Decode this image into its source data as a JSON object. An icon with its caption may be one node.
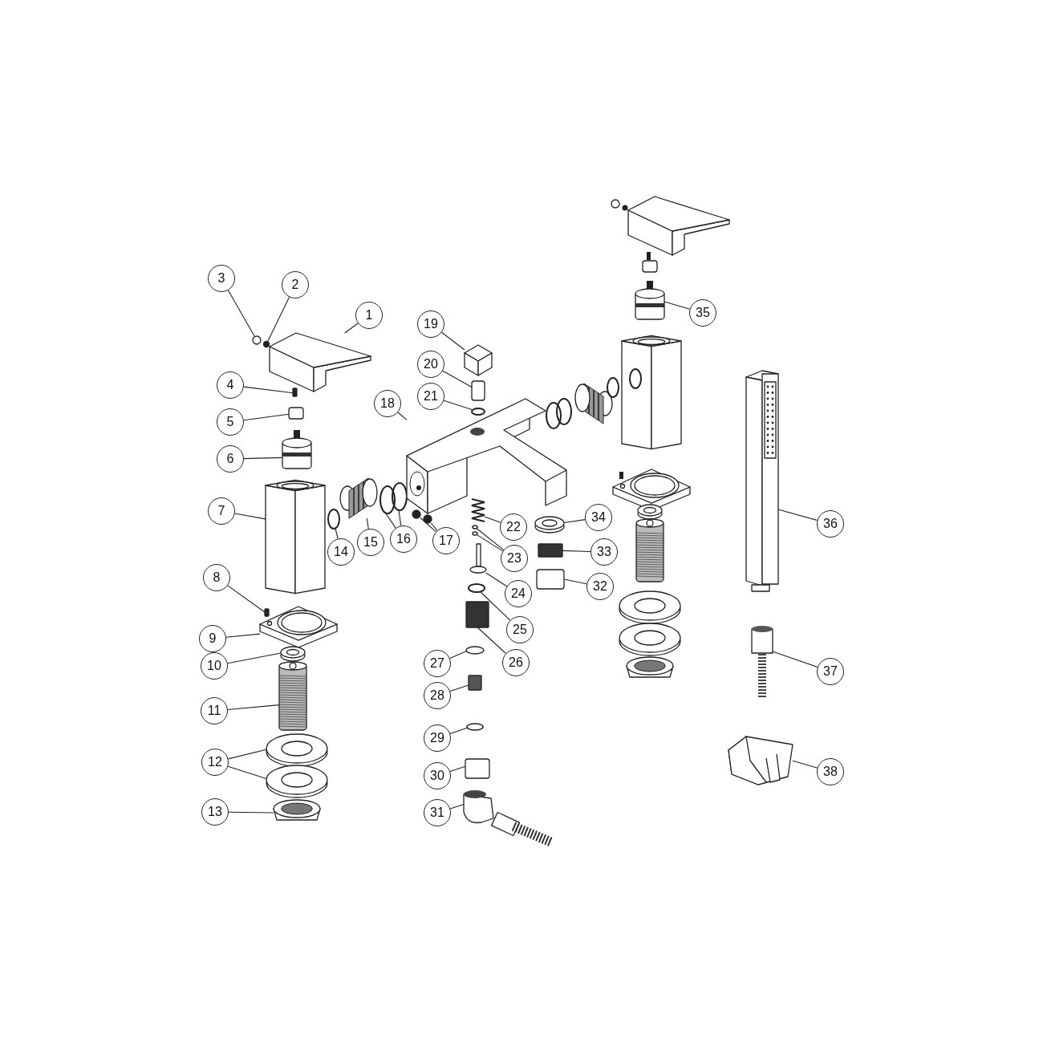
{
  "diagram": {
    "nodes": [
      {
        "text": [
          "1"
        ]
      },
      {
        "text": [
          "2"
        ]
      },
      {
        "text": [
          "3"
        ]
      },
      {
        "text": [
          "4"
        ]
      },
      {
        "text": [
          "5"
        ]
      },
      {
        "text": [
          "6"
        ]
      },
      {
        "text": [
          "7"
        ]
      },
      {
        "text": [
          "8"
        ]
      },
      {
        "text": [
          "9"
        ]
      },
      {
        "text": [
          "10"
        ]
      },
      {
        "text": [
          "11"
        ]
      },
      {
        "text": [
          "12"
        ]
      },
      {
        "text": [
          "13"
        ]
      },
      {
        "text": [
          "14"
        ]
      },
      {
        "text": [
          "15"
        ]
      },
      {
        "text": [
          "16"
        ]
      },
      {
        "text": [
          "17"
        ]
      },
      {
        "text": [
          "18"
        ]
      },
      {
        "text": [
          "19"
        ]
      },
      {
        "text": [
          "20"
        ]
      },
      {
        "text": [
          "21"
        ]
      },
      {
        "text": [
          "22"
        ]
      },
      {
        "text": [
          "23"
        ]
      },
      {
        "text": [
          "24"
        ]
      },
      {
        "text": [
          "25"
        ]
      },
      {
        "text": [
          "26"
        ]
      },
      {
        "text": [
          "27"
        ]
      },
      {
        "text": [
          "28"
        ]
      },
      {
        "text": [
          "29"
        ]
      },
      {
        "text": [
          "30"
        ]
      },
      {
        "text": [
          "31"
        ]
      },
      {
        "text": [
          "32"
        ]
      },
      {
        "text": [
          "33"
        ]
      },
      {
        "text": [
          "34"
        ]
      },
      {
        "text": [
          "35"
        ]
      },
      {
        "text": [
          "36"
        ]
      },
      {
        "text": [
          "37"
        ]
      },
      {
        "text": [
          "38"
        ]
      },
      {
        "text": [],
        "shape": "picture"
      },
      {
        "text": [],
        "shape": "circle"
      },
      {
        "text": [],
        "shape": "circle"
      },
      {
        "text": [],
        "shape": "box"
      },
      {
        "text": [],
        "shape": "box"
      },
      {
        "text": [],
        "shape": "picture"
      },
      {
        "text": [],
        "shape": "picture"
      },
      {
        "text": [],
        "shape": "box"
      },
      {
        "text": [],
        "shape": "picture"
      },
      {
        "text": [],
        "shape": "picture"
      },
      {
        "text": [],
        "shape": "picture"
      },
      {
        "text": [],
        "shape": "picture"
      },
      {
        "text": [],
        "shape": "picture"
      },
      {
        "text": [],
        "shape": "picture"
      },
      {
        "text": [],
        "shape": "circle"
      },
      {
        "text": [],
        "shape": "picture"
      },
      {
        "text": [],
        "shape": "circle"
      },
      {
        "text": [],
        "shape": "circle"
      },
      {
        "text": [],
        "shape": "circle"
      },
      {
        "text": [],
        "shape": "circle"
      },
      {
        "text": [],
        "shape": "picture"
      },
      {
        "text": [],
        "shape": "picture"
      },
      {
        "text": [],
        "shape": "box"
      },
      {
        "text": [],
        "shape": "circle"
      },
      {
        "text": [],
        "shape": "picture"
      },
      {
        "text": [],
        "shape": "circle"
      },
      {
        "text": [],
        "shape": "circle"
      },
      {
        "text": [],
        "shape": "picture"
      },
      {
        "text": [],
        "shape": "circle"
      },
      {
        "text": [],
        "shape": "box"
      },
      {
        "text": [],
        "shape": "circle"
      },
      {
        "text": [],
        "shape": "box"
      },
      {
        "text": [],
        "shape": "circle"
      },
      {
        "text": [],
        "shape": "box"
      },
      {
        "text": [],
        "shape": "picture"
      },
      {
        "text": [],
        "shape": "box"
      },
      {
        "text": [],
        "shape": "box"
      },
      {
        "text": [],
        "shape": "picture"
      },
      {
        "text": [],
        "shape": "picture"
      },
      {
        "text": [],
        "shape": "picture"
      },
      {
        "text": [],
        "shape": "picture"
      },
      {
        "text": [],
        "shape": "picture"
      }
    ],
    "edges": [
      {
        "from": 0,
        "to": 38,
        "arrow": "none"
      },
      {
        "from": 1,
        "to": 39,
        "arrow": "none"
      },
      {
        "from": 2,
        "to": 40,
        "arrow": "none"
      },
      {
        "from": 3,
        "to": 41,
        "arrow": "none"
      },
      {
        "from": 4,
        "to": 42,
        "arrow": "none"
      },
      {
        "from": 5,
        "to": 43,
        "arrow": "none"
      },
      {
        "from": 6,
        "to": 44,
        "arrow": "none"
      },
      {
        "from": 7,
        "to": 45,
        "arrow": "none"
      },
      {
        "from": 8,
        "to": 46,
        "arrow": "none"
      },
      {
        "from": 9,
        "to": 47,
        "arrow": "none"
      },
      {
        "from": 10,
        "to": 48,
        "arrow": "none"
      },
      {
        "from": 11,
        "to": 49,
        "arrow": "none"
      },
      {
        "from": 11,
        "to": 50,
        "arrow": "none"
      },
      {
        "from": 12,
        "to": 51,
        "arrow": "none"
      },
      {
        "from": 13,
        "to": 52,
        "arrow": "none"
      },
      {
        "from": 14,
        "to": 53,
        "arrow": "none"
      },
      {
        "from": 15,
        "to": 54,
        "arrow": "none"
      },
      {
        "from": 15,
        "to": 55,
        "arrow": "none"
      },
      {
        "from": 16,
        "to": 56,
        "arrow": "none"
      },
      {
        "from": 16,
        "to": 57,
        "arrow": "none"
      },
      {
        "from": 17,
        "to": 58,
        "arrow": "none"
      },
      {
        "from": 18,
        "to": 59,
        "arrow": "none"
      },
      {
        "from": 19,
        "to": 60,
        "arrow": "none"
      },
      {
        "from": 20,
        "to": 61,
        "arrow": "none"
      },
      {
        "from": 21,
        "to": 62,
        "arrow": "none"
      },
      {
        "from": 22,
        "to": 63,
        "arrow": "none"
      },
      {
        "from": 22,
        "to": 64,
        "arrow": "none"
      },
      {
        "from": 23,
        "to": 65,
        "arrow": "none"
      },
      {
        "from": 24,
        "to": 66,
        "arrow": "none"
      },
      {
        "from": 25,
        "to": 67,
        "arrow": "none"
      },
      {
        "from": 26,
        "to": 68,
        "arrow": "none"
      },
      {
        "from": 27,
        "to": 69,
        "arrow": "none"
      },
      {
        "from": 28,
        "to": 70,
        "arrow": "none"
      },
      {
        "from": 29,
        "to": 71,
        "arrow": "none"
      },
      {
        "from": 30,
        "to": 72,
        "arrow": "none"
      },
      {
        "from": 31,
        "to": 73,
        "arrow": "none"
      },
      {
        "from": 32,
        "to": 74,
        "arrow": "none"
      },
      {
        "from": 33,
        "to": 75,
        "arrow": "none"
      },
      {
        "from": 34,
        "to": 76,
        "arrow": "none"
      },
      {
        "from": 35,
        "to": 77,
        "arrow": "none"
      },
      {
        "from": 36,
        "to": 78,
        "arrow": "none"
      },
      {
        "from": 37,
        "to": 79,
        "arrow": "none"
      }
    ]
  }
}
